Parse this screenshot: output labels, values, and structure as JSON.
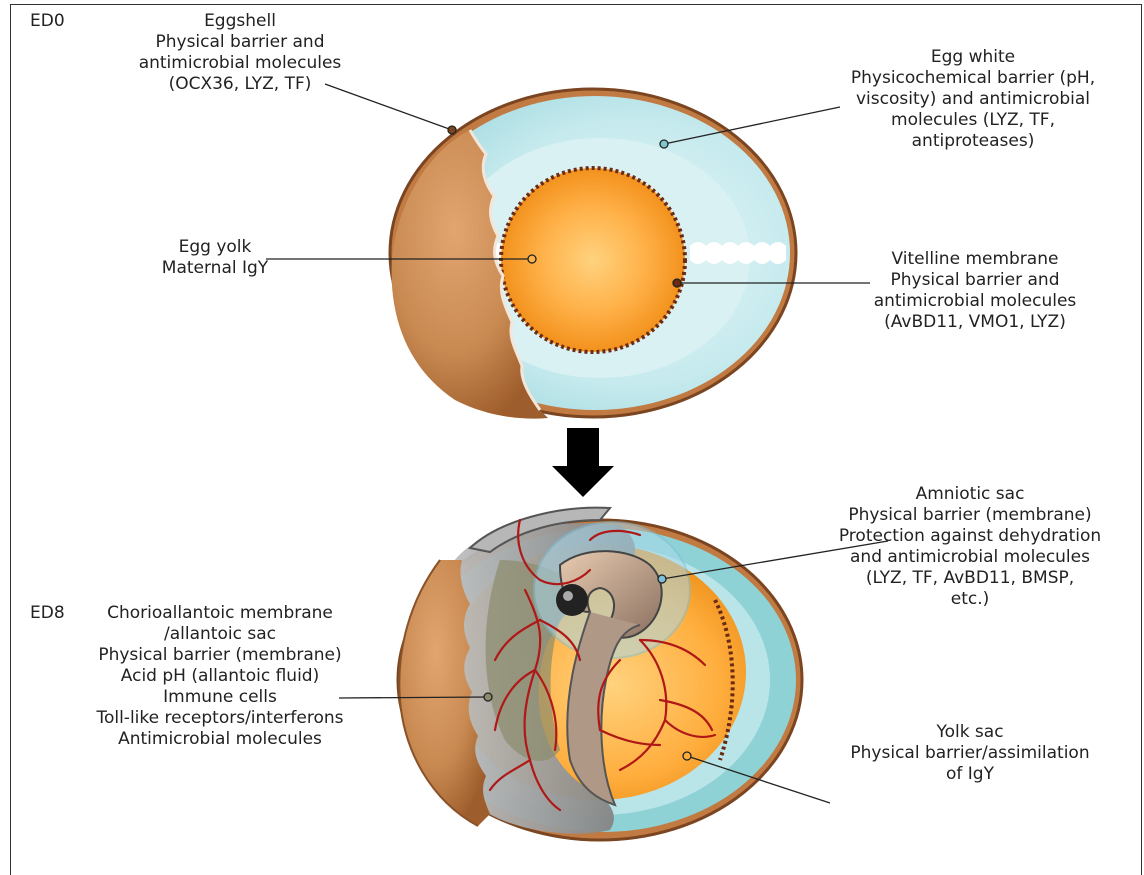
{
  "stages": {
    "ed0": "ED0",
    "ed8": "ED8"
  },
  "labels": {
    "eggshell": [
      "Eggshell",
      "Physical barrier and",
      "antimicrobial molecules",
      "(OCX36, LYZ, TF)"
    ],
    "egg_white": [
      "Egg white",
      "Physicochemical barrier (pH,",
      "viscosity) and antimicrobial",
      "molecules (LYZ, TF,",
      "antiproteases)"
    ],
    "egg_yolk": [
      "Egg yolk",
      "Maternal IgY"
    ],
    "vitelline": [
      "Vitelline membrane",
      "Physical barrier and",
      "antimicrobial molecules",
      "(AvBD11, VMO1, LYZ)"
    ],
    "amniotic": [
      "Amniotic sac",
      "Physical barrier (membrane)",
      "Protection against dehydration",
      "and antimicrobial molecules",
      "(LYZ, TF, AvBD11, BMSP,",
      "etc.)"
    ],
    "chorio": [
      "Chorioallantoic membrane",
      "/allantoic sac",
      "Physical barrier (membrane)",
      "Acid pH (allantoic fluid)",
      "Immune cells",
      "Toll-like receptors/interferons",
      "Antimicrobial molecules"
    ],
    "yolk_sac": [
      "Yolk sac",
      "Physical barrier/assimilation",
      "of IgY"
    ]
  },
  "colors": {
    "shell": "#c98a52",
    "shell_edge": "#8a5228",
    "egg_white": "#bfe6ea",
    "yolk_center": "#ffc870",
    "yolk_edge": "#f49a1e",
    "vessel": "#b01818",
    "membrane_dots": "#6b2a14",
    "arrow": "#000000"
  }
}
